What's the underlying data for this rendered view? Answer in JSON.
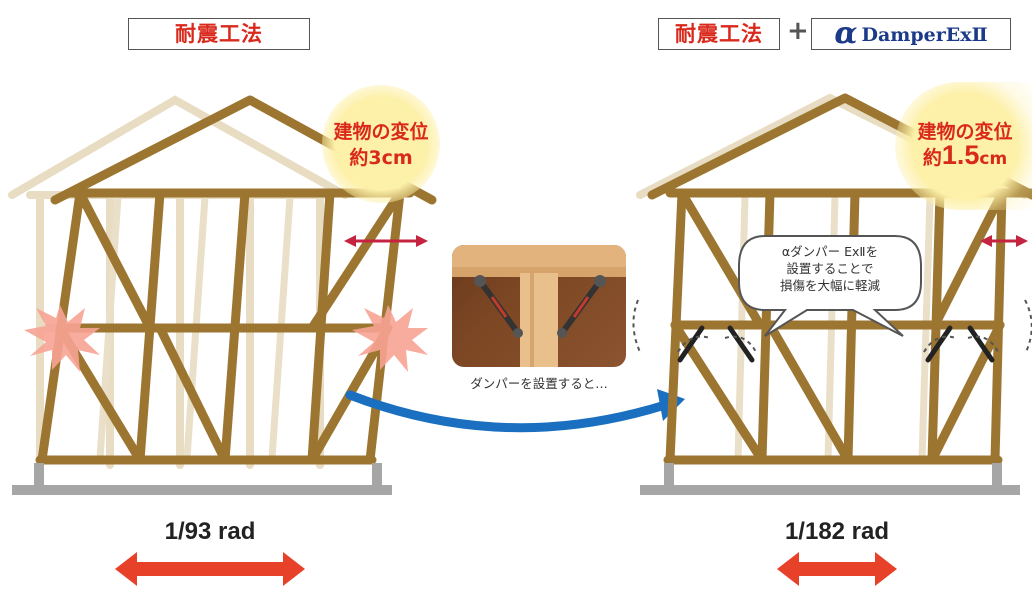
{
  "left": {
    "method_label": "耐震工法",
    "bubble_line1": "建物の変位",
    "bubble_prefix": "約",
    "bubble_value": "3cm",
    "rad_label": "1/93 rad"
  },
  "right": {
    "method_label": "耐震工法",
    "plus": "+",
    "brand_alpha": "α",
    "brand_name": "DamperExⅡ",
    "bubble_line1": "建物の変位",
    "bubble_prefix": "約",
    "bubble_value": "1.5",
    "bubble_unit": "cm",
    "callout_line1": "αダンパー ExⅡを",
    "callout_line2": "設置することで",
    "callout_line3": "損傷を大幅に軽減",
    "rad_label": "1/182 rad"
  },
  "middle": {
    "caption": "ダンパーを設置すると…"
  },
  "colors": {
    "accent_red": "#d9291c",
    "wood": "#9c7630",
    "faded_wood": "#e8dcc2",
    "ground": "#a6a6a6",
    "bubble_yellow": "#fdf0a8",
    "flow_arrow_blue": "#1a6fc0",
    "brand_blue": "#1b3a87"
  }
}
